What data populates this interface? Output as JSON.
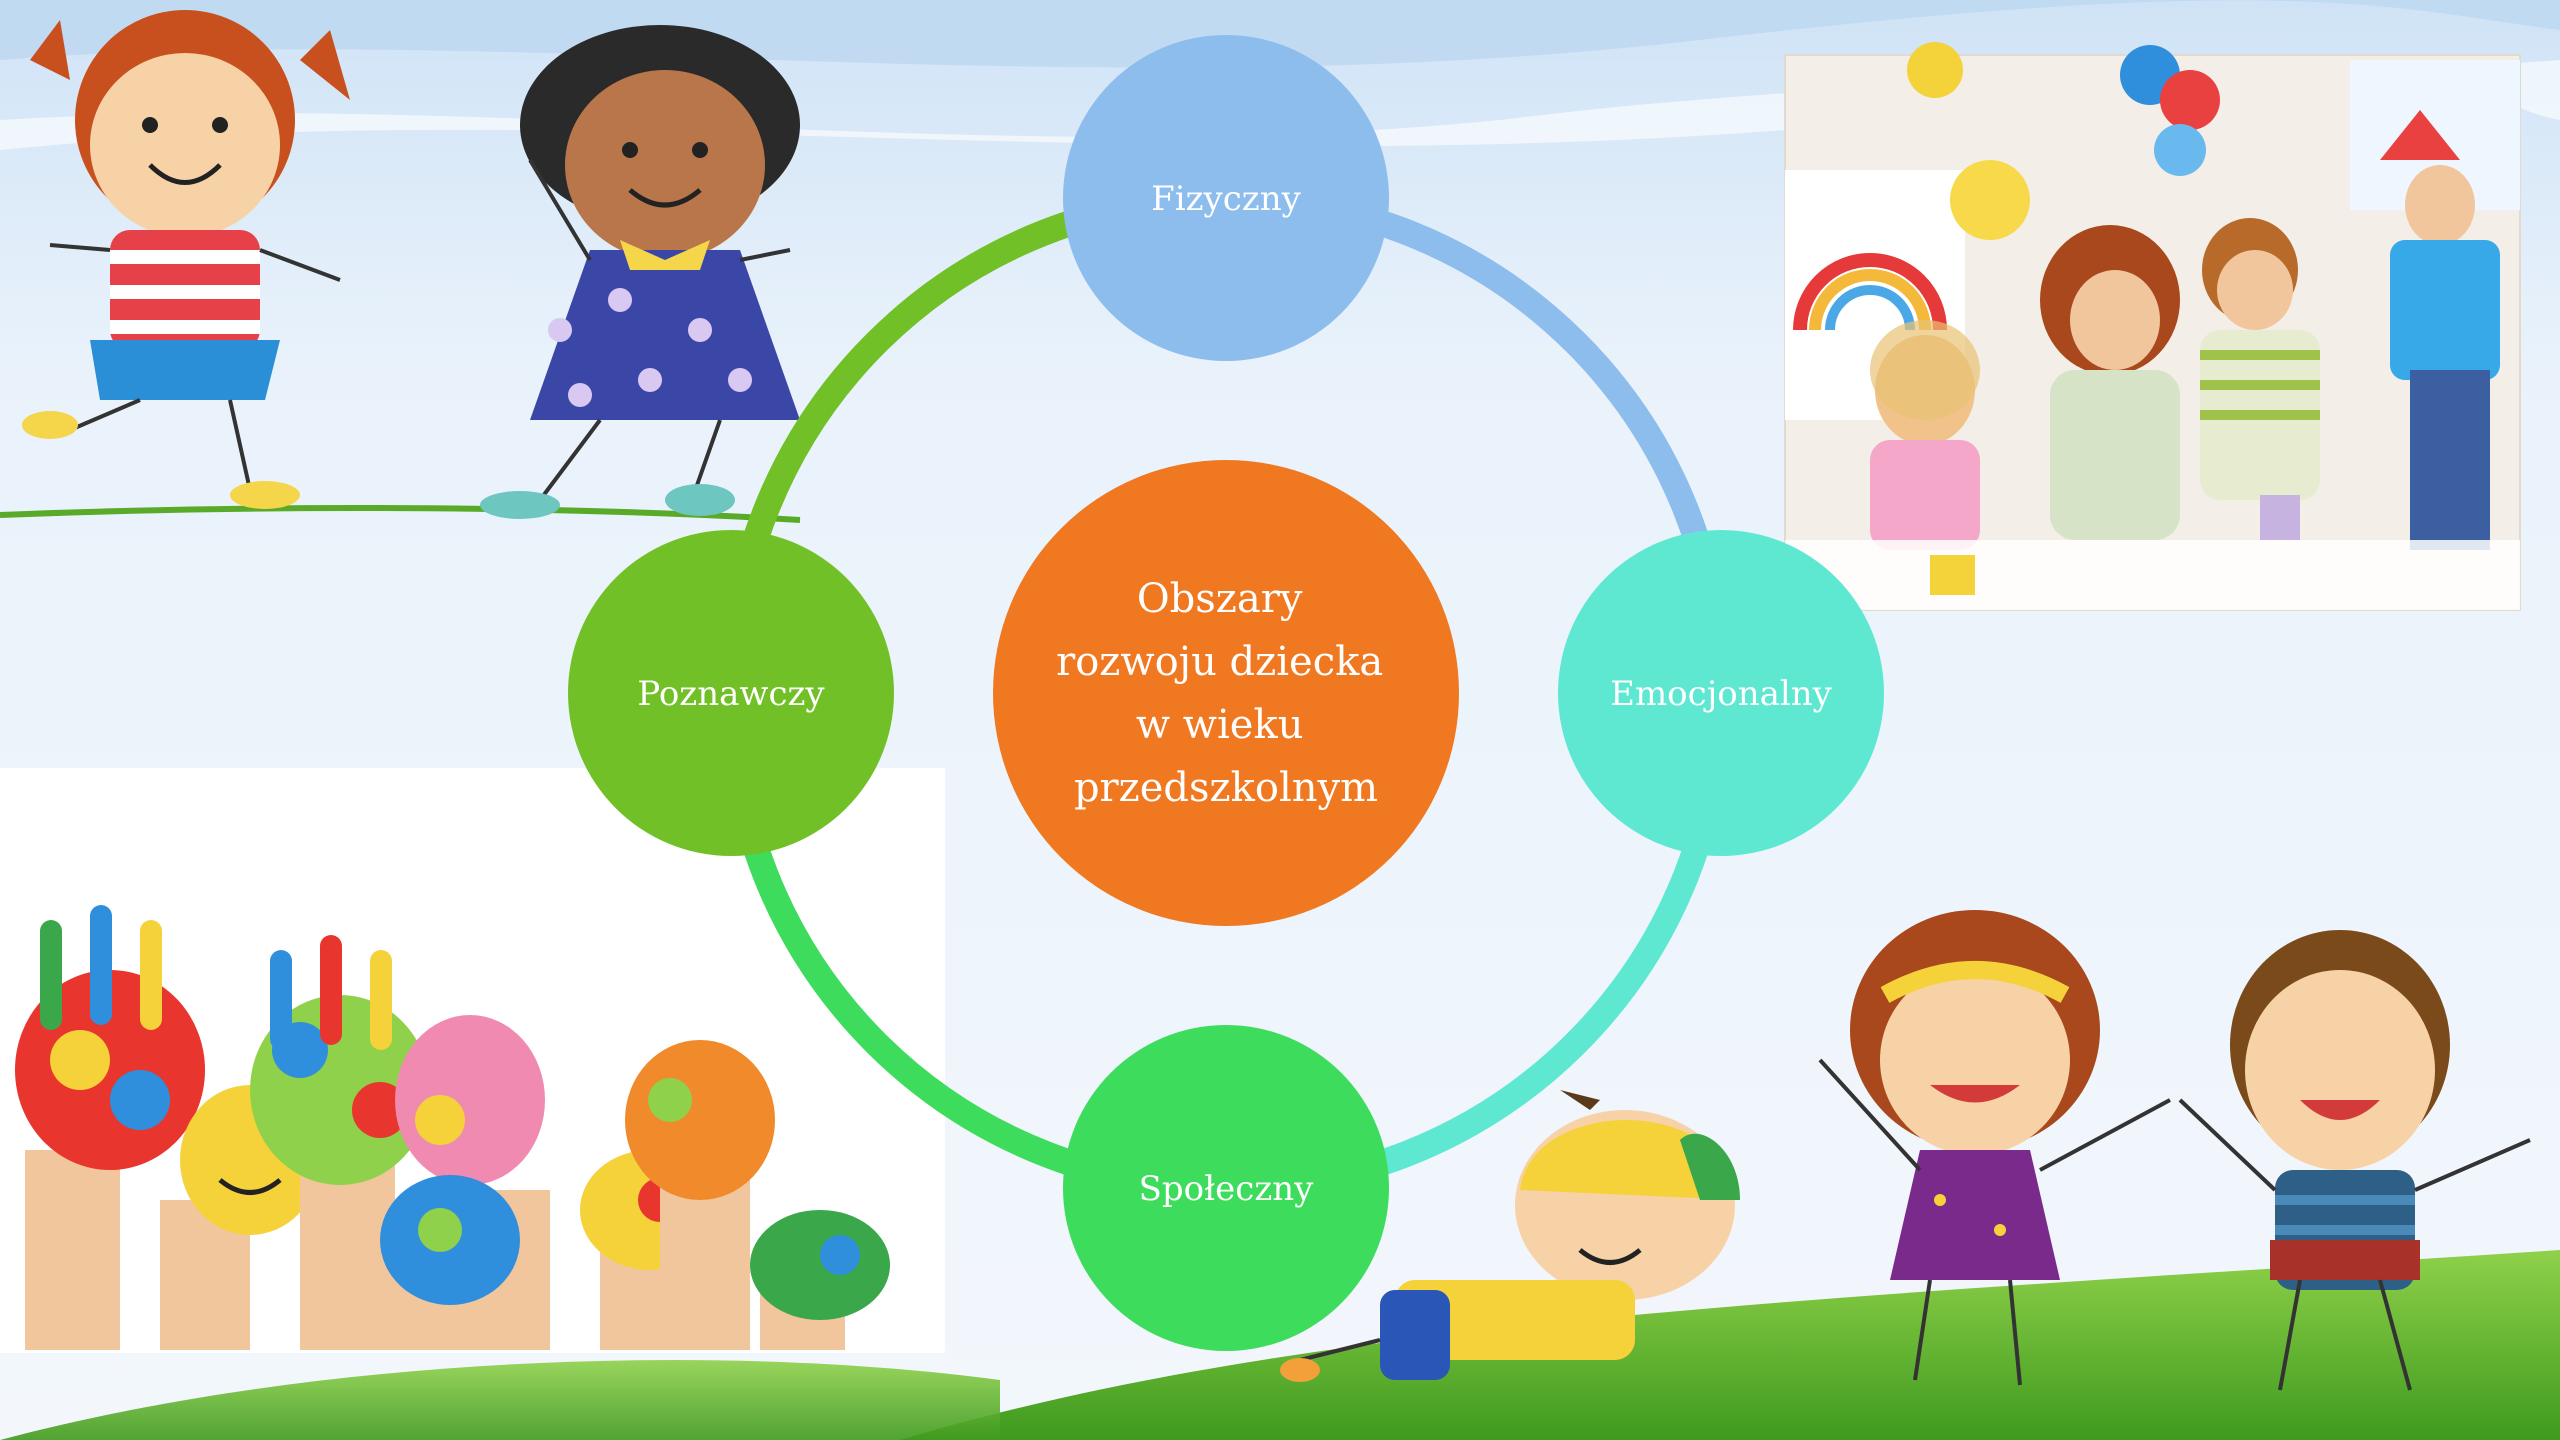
{
  "diagram": {
    "center": {
      "lines": [
        "Obszary",
        "rozwoju dziecka",
        "w wieku",
        "przedszkolnym"
      ],
      "color": "#f07820"
    },
    "nodes": [
      {
        "label": "Fizyczny",
        "color": "#8dbdec"
      },
      {
        "label": "Emocjonalny",
        "color": "#5ee8d2"
      },
      {
        "label": "Społeczny",
        "color": "#3ddc5c"
      },
      {
        "label": "Poznawczy",
        "color": "#72c028"
      }
    ],
    "arcs": [
      {
        "from": "Fizyczny",
        "to": "Emocjonalny",
        "color": "#8dbdec"
      },
      {
        "from": "Emocjonalny",
        "to": "Społeczny",
        "color": "#5ee8d2"
      },
      {
        "from": "Społeczny",
        "to": "Poznawczy",
        "color": "#3ddc5c"
      },
      {
        "from": "Poznawczy",
        "to": "Fizyczny",
        "color": "#72c028"
      }
    ]
  },
  "images": {
    "top_left": "cartoon-girls-jumping",
    "top_right": "photo-children-painting-with-teacher",
    "bottom_left": "painted-hands-with-smiley-faces",
    "bottom_right": "cartoon-children-on-green-hill"
  }
}
